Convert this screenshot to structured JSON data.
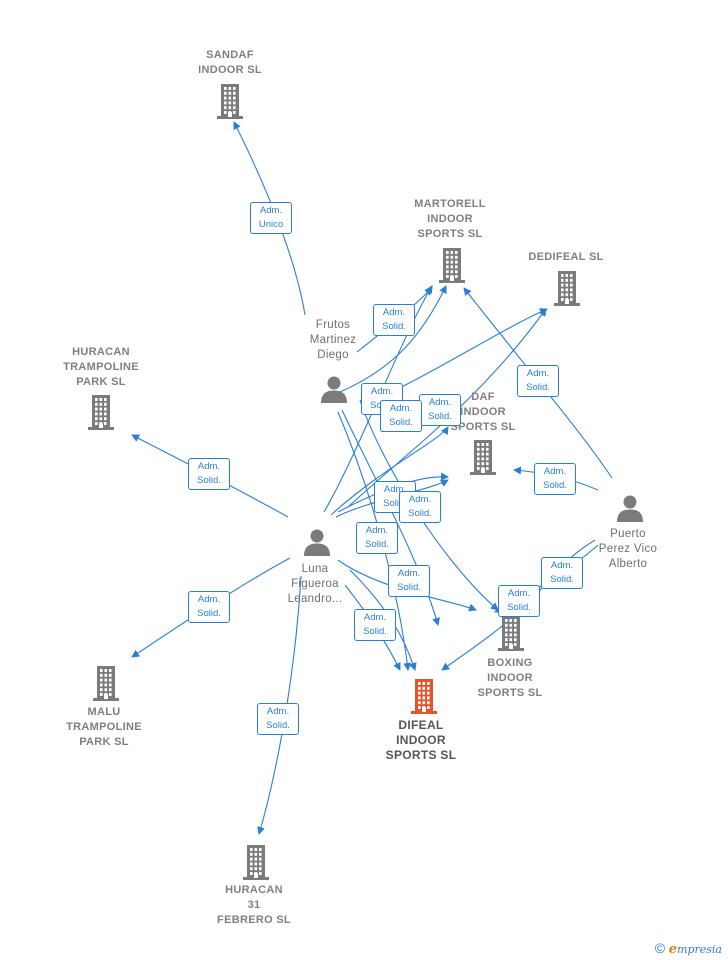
{
  "colors": {
    "edge": "#2a7fd4",
    "company": "#7b7b7b",
    "focus_company": "#e8532a",
    "person": "#7b7b7b"
  },
  "companies": [
    {
      "id": "sandaf",
      "name": "SANDAF\nINDOOR  SL",
      "icon": "building-icon"
    },
    {
      "id": "martorell",
      "name": "MARTORELL\nINDOOR\nSPORTS  SL",
      "icon": "building-icon"
    },
    {
      "id": "dedifeal",
      "name": "DEDIFEAL  SL",
      "icon": "building-icon"
    },
    {
      "id": "huracan_tp",
      "name": "HURACAN\nTRAMPOLINE\nPARK  SL",
      "icon": "building-icon"
    },
    {
      "id": "daf",
      "name": "DAF\nINDOOR\nSPORTS  SL",
      "icon": "building-icon"
    },
    {
      "id": "boxing",
      "name": "BOXING\nINDOOR\nSPORTS  SL",
      "icon": "building-icon"
    },
    {
      "id": "difeal",
      "name": "DIFEAL\nINDOOR\nSPORTS  SL",
      "icon": "building-icon",
      "focus": true
    },
    {
      "id": "malu",
      "name": "MALU\nTRAMPOLINE\nPARK  SL",
      "icon": "building-icon"
    },
    {
      "id": "huracan31",
      "name": "HURACAN\n31\nFEBRERO  SL",
      "icon": "building-icon"
    }
  ],
  "persons": [
    {
      "id": "frutos",
      "name": "Frutos\nMartinez\nDiego",
      "icon": "person-icon"
    },
    {
      "id": "luna",
      "name": "Luna\nFigueroa\nLeandro...",
      "icon": "person-icon"
    },
    {
      "id": "puerto",
      "name": "Puerto\nPerez Vico\nAlberto",
      "icon": "person-icon"
    }
  ],
  "relations": [
    {
      "label": "Adm.\nUnico"
    },
    {
      "label": "Adm.\nSolid."
    },
    {
      "label": "Adm.\nSolid."
    },
    {
      "label": "Adm.\nSolid."
    },
    {
      "label": "Adm.\nSolid."
    },
    {
      "label": "Adm.\nSolid."
    },
    {
      "label": "Adm.\nSolid."
    },
    {
      "label": "Adm.\nSolid."
    },
    {
      "label": "Adm.\nSolid."
    },
    {
      "label": "Adm.\nSolid."
    },
    {
      "label": "Adm.\nSolid."
    },
    {
      "label": "Adm.\nSolid."
    },
    {
      "label": "Adm.\nSolid."
    },
    {
      "label": "Adm.\nSolid."
    },
    {
      "label": "Adm.\nSolid."
    },
    {
      "label": "Adm.\nSolid."
    },
    {
      "label": "Adm.\nSolid."
    },
    {
      "label": "Adm.\nSolid."
    }
  ],
  "brand": {
    "copyright": "©",
    "e": "e",
    "rest": "mpresia"
  }
}
